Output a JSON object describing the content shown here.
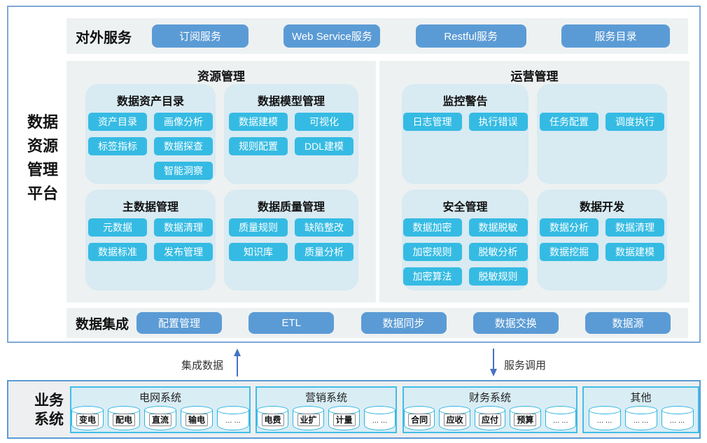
{
  "platform": {
    "title": "数据资源管理平台",
    "lines": [
      "数据",
      "资源",
      "管理",
      "平台"
    ]
  },
  "external": {
    "label": "对外服务",
    "buttons": [
      "订阅服务",
      "Web Service服务",
      "Restful服务",
      "服务目录"
    ]
  },
  "resource": {
    "title": "资源管理",
    "groups": [
      {
        "title": "数据资产目录",
        "buttons": [
          "资产目录",
          "画像分析",
          "标签指标",
          "数据探查",
          "智能洞察"
        ]
      },
      {
        "title": "数据模型管理",
        "buttons": [
          "数据建模",
          "可视化",
          "规则配置",
          "DDL建模"
        ]
      },
      {
        "title": "主数据管理",
        "buttons": [
          "元数据",
          "数据清理",
          "数据标准",
          "发布管理"
        ]
      },
      {
        "title": "数据质量管理",
        "buttons": [
          "质量规则",
          "缺陷整改",
          "知识库",
          "质量分析"
        ]
      }
    ]
  },
  "operation": {
    "title": "运营管理",
    "groups": [
      {
        "title": "监控警告",
        "buttons": [
          "日志管理",
          "执行错误"
        ]
      },
      {
        "title": "",
        "buttons": [
          "任务配置",
          "调度执行"
        ]
      },
      {
        "title": "安全管理",
        "buttons": [
          "数据加密",
          "数据脱敏",
          "加密规则",
          "脱敏分析",
          "加密算法",
          "脱敏规则"
        ]
      },
      {
        "title": "数据开发",
        "buttons": [
          "数据分析",
          "数据清理",
          "数据挖掘",
          "数据建模"
        ]
      }
    ]
  },
  "integration": {
    "label": "数据集成",
    "buttons": [
      "配置管理",
      "ETL",
      "数据同步",
      "数据交换",
      "数据源"
    ]
  },
  "flows": {
    "up_label": "集成数据",
    "down_label": "服务调用"
  },
  "business": {
    "label": "业务系统",
    "label_lines": [
      "业务",
      "系统"
    ],
    "systems": [
      {
        "title": "电网系统",
        "modules": [
          "变电",
          "配电",
          "直流",
          "输电",
          "... ..."
        ]
      },
      {
        "title": "营销系统",
        "modules": [
          "电费",
          "业扩",
          "计量",
          "... ..."
        ]
      },
      {
        "title": "财务系统",
        "modules": [
          "合同",
          "应收",
          "应付",
          "预算",
          "... ..."
        ]
      },
      {
        "title": "其他",
        "modules": [
          "... ...",
          "... ...",
          "... ..."
        ]
      }
    ]
  },
  "colors": {
    "accent_blue": "#5b9bd5",
    "accent_cyan": "#35bbe3",
    "panel_gray": "#edf1f2",
    "subpanel_cyan": "#d8eaf2",
    "biz_panel_border": "#41bee8",
    "arrow_blue": "#4472c4"
  }
}
